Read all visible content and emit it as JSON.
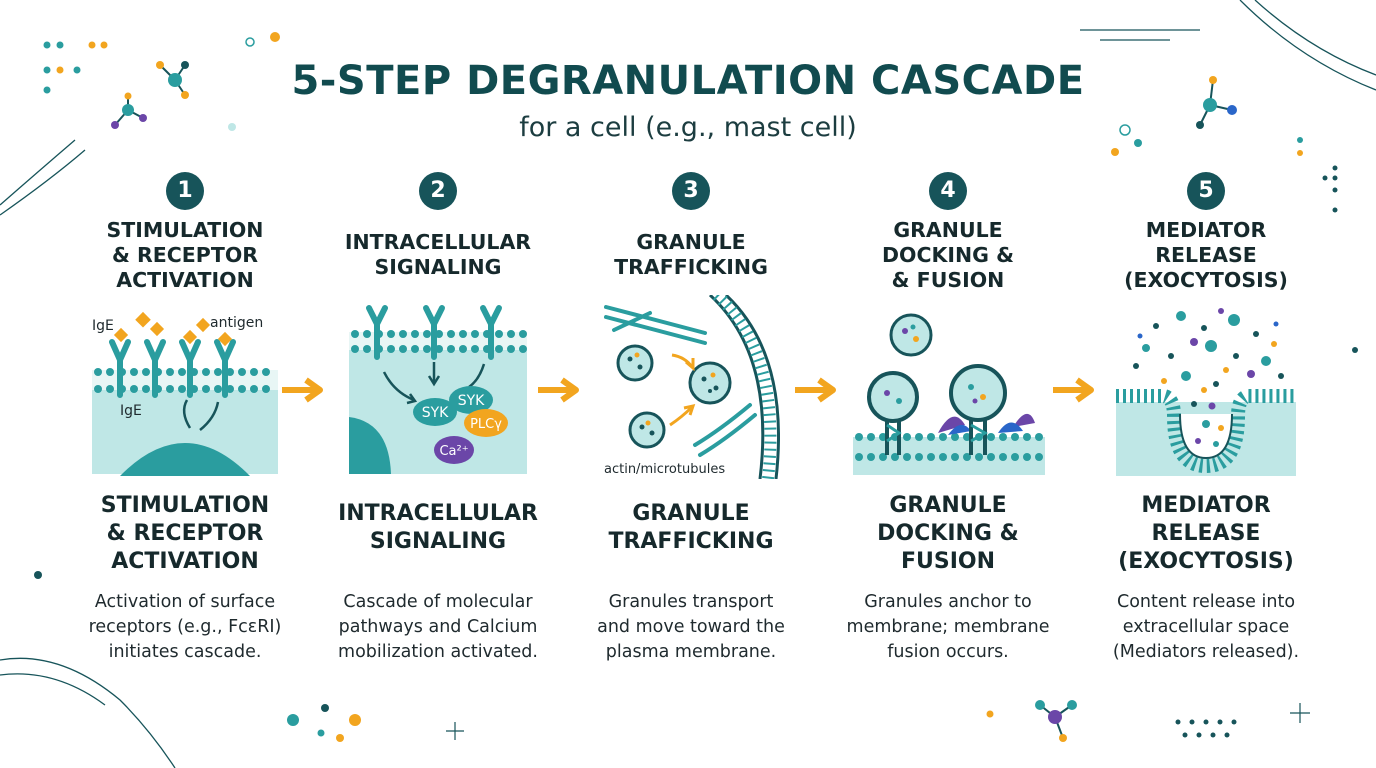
{
  "title": "5-STEP DEGRANULATION CASCADE",
  "subtitle": "for a cell (e.g., mast cell)",
  "steps": [
    {
      "number": "1",
      "heading": "STIMULATION\n& RECEPTOR\nACTIVATION",
      "caption_heading": "STIMULATION\n& RECEPTOR\nACTIVATION",
      "description": "Activation of surface\nreceptors (e.g., FcεRI)\ninitiates cascade.",
      "labels": [
        "IgE",
        "antigen",
        "IgE"
      ]
    },
    {
      "number": "2",
      "heading": "INTRACELLULAR\nSIGNALING",
      "caption_heading": "INTRACELLULAR\nSIGNALING",
      "description": "Cascade of molecular\npathways and Calcium\nmobilization activated.",
      "labels": [
        "SYK",
        "SYK",
        "PLCγ",
        "Ca²⁺"
      ]
    },
    {
      "number": "3",
      "heading": "GRANULE\nTRAFFICKING",
      "caption_heading": "GRANULE\nTRAFFICKING",
      "description": "Granules transport\nand move toward the\nplasma membrane.",
      "labels": [
        "actin/microtubules"
      ]
    },
    {
      "number": "4",
      "heading": "GRANULE\nDOCKING &\n& FUSION",
      "caption_heading": "GRANULE\nDOCKING &\nFUSION",
      "description": "Granules anchor to\nmembrane; membrane\nfusion occurs.",
      "labels": []
    },
    {
      "number": "5",
      "heading": "MEDIATOR\nRELEASE\n(EXOCYTOSIS)",
      "caption_heading": "MEDIATOR\nRELEASE\n(EXOCYTOSIS)",
      "description": "Content release into\nextracellular space\n(Mediators released).",
      "labels": []
    }
  ],
  "colors": {
    "teal_dark": "#17545a",
    "teal": "#2a9d9f",
    "teal_light": "#bfe7e6",
    "orange": "#f2a51f",
    "purple": "#6b46a8"
  }
}
